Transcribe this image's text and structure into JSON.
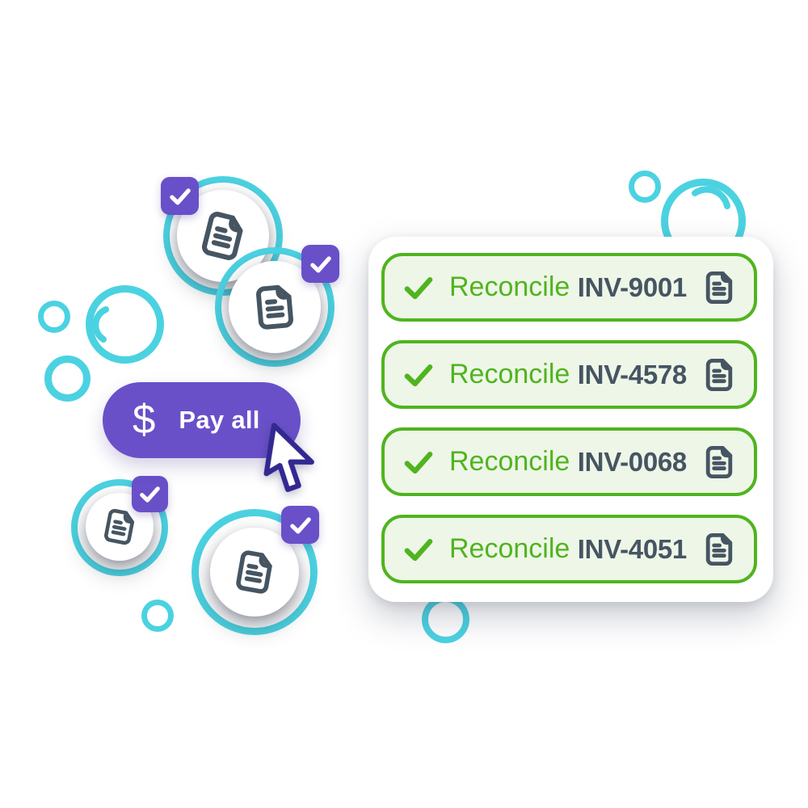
{
  "colors": {
    "accent_green": "#50B41E",
    "green_tint": "#EEF6E8",
    "slate": "#465562",
    "teal": "#4BD2E1",
    "purple": "#6950C8",
    "cursor_indigo": "#322891"
  },
  "invoice_card": {
    "rows": [
      {
        "action_label": "Reconcile",
        "invoice_id": "INV-9001"
      },
      {
        "action_label": "Reconcile",
        "invoice_id": "INV-4578"
      },
      {
        "action_label": "Reconcile",
        "invoice_id": "INV-0068"
      },
      {
        "action_label": "Reconcile",
        "invoice_id": "INV-4051"
      }
    ]
  },
  "pay_button": {
    "label": "Pay all",
    "currency_symbol": "$"
  },
  "icons": {
    "row_status": "check-icon",
    "row_document": "document-icon",
    "checkbox_mark": "check-icon",
    "pointer": "cursor-arrow-icon",
    "bubbles": "bubble-ring"
  }
}
